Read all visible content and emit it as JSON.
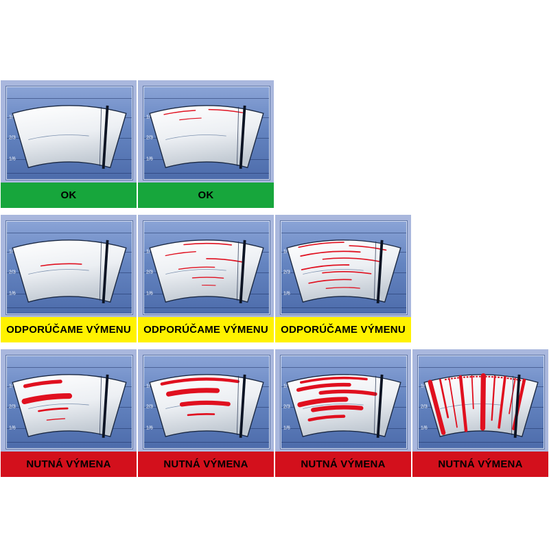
{
  "scale_labels": [
    "1/6",
    "2/3",
    "1/6"
  ],
  "mark_color": "#e0101f",
  "statuses": {
    "ok": {
      "label": "OK",
      "color": "#17a63c"
    },
    "recommend": {
      "label": "ODPORÚČAME VÝMENU",
      "color": "#fff200"
    },
    "replace": {
      "label": "NUTNÁ VÝMENA",
      "color": "#d3101c"
    }
  },
  "rows": [
    {
      "cells": [
        {
          "status": "ok",
          "marks": []
        },
        {
          "status": "ok",
          "marks": [
            [
              0.08,
              0.12,
              0.4,
              1.6
            ],
            [
              0.07,
              0.52,
              0.82,
              1.6
            ],
            [
              0.22,
              0.25,
              0.45,
              1.3
            ]
          ]
        }
      ]
    },
    {
      "cells": [
        {
          "status": "recommend",
          "marks": [
            [
              0.42,
              0.22,
              0.62,
              1.8
            ]
          ]
        },
        {
          "status": "recommend",
          "marks": [
            [
              0.06,
              0.3,
              0.72,
              1.8
            ],
            [
              0.2,
              0.12,
              0.4,
              1.5
            ],
            [
              0.33,
              0.5,
              0.84,
              1.8
            ],
            [
              0.48,
              0.22,
              0.58,
              1.5
            ],
            [
              0.66,
              0.35,
              0.68,
              1.5
            ],
            [
              0.8,
              0.45,
              0.6,
              1.2
            ]
          ]
        },
        {
          "status": "recommend",
          "marks": [
            [
              0.04,
              0.1,
              0.5,
              1.8
            ],
            [
              0.1,
              0.55,
              0.88,
              1.8
            ],
            [
              0.2,
              0.1,
              0.65,
              2.0
            ],
            [
              0.32,
              0.3,
              0.85,
              1.8
            ],
            [
              0.44,
              0.08,
              0.55,
              2.0
            ],
            [
              0.56,
              0.28,
              0.78,
              1.8
            ],
            [
              0.7,
              0.12,
              0.58,
              1.8
            ],
            [
              0.84,
              0.3,
              0.68,
              1.5
            ]
          ]
        }
      ]
    },
    {
      "cells": [
        {
          "status": "replace",
          "marks": [
            [
              0.12,
              0.1,
              0.42,
              6
            ],
            [
              0.38,
              0.06,
              0.5,
              9
            ],
            [
              0.6,
              0.18,
              0.48,
              3
            ],
            [
              0.78,
              0.25,
              0.45,
              1.5
            ]
          ]
        },
        {
          "status": "replace",
          "marks": [
            [
              0.08,
              0.1,
              0.78,
              5
            ],
            [
              0.28,
              0.14,
              0.6,
              8
            ],
            [
              0.5,
              0.25,
              0.72,
              7
            ],
            [
              0.7,
              0.3,
              0.58,
              3
            ]
          ]
        },
        {
          "status": "replace",
          "marks": [
            [
              0.06,
              0.12,
              0.7,
              4
            ],
            [
              0.18,
              0.08,
              0.55,
              6
            ],
            [
              0.3,
              0.28,
              0.8,
              6
            ],
            [
              0.44,
              0.06,
              0.52,
              8
            ],
            [
              0.58,
              0.18,
              0.68,
              7
            ],
            [
              0.74,
              0.12,
              0.5,
              5
            ]
          ]
        },
        {
          "status": "replace",
          "marks": [],
          "drips": [
            [
              0.05,
              0.02,
              0.95,
              7
            ],
            [
              0.14,
              0.02,
              0.7,
              3
            ],
            [
              0.22,
              0.02,
              0.9,
              2
            ],
            [
              0.32,
              0.02,
              0.98,
              5
            ],
            [
              0.42,
              0.02,
              0.6,
              2
            ],
            [
              0.52,
              0.02,
              0.95,
              8
            ],
            [
              0.62,
              0.02,
              0.8,
              2.5
            ],
            [
              0.71,
              0.02,
              0.92,
              4
            ],
            [
              0.8,
              0.02,
              0.65,
              2
            ],
            [
              0.88,
              0.02,
              0.9,
              5
            ]
          ],
          "top_annotation": true
        }
      ]
    }
  ]
}
